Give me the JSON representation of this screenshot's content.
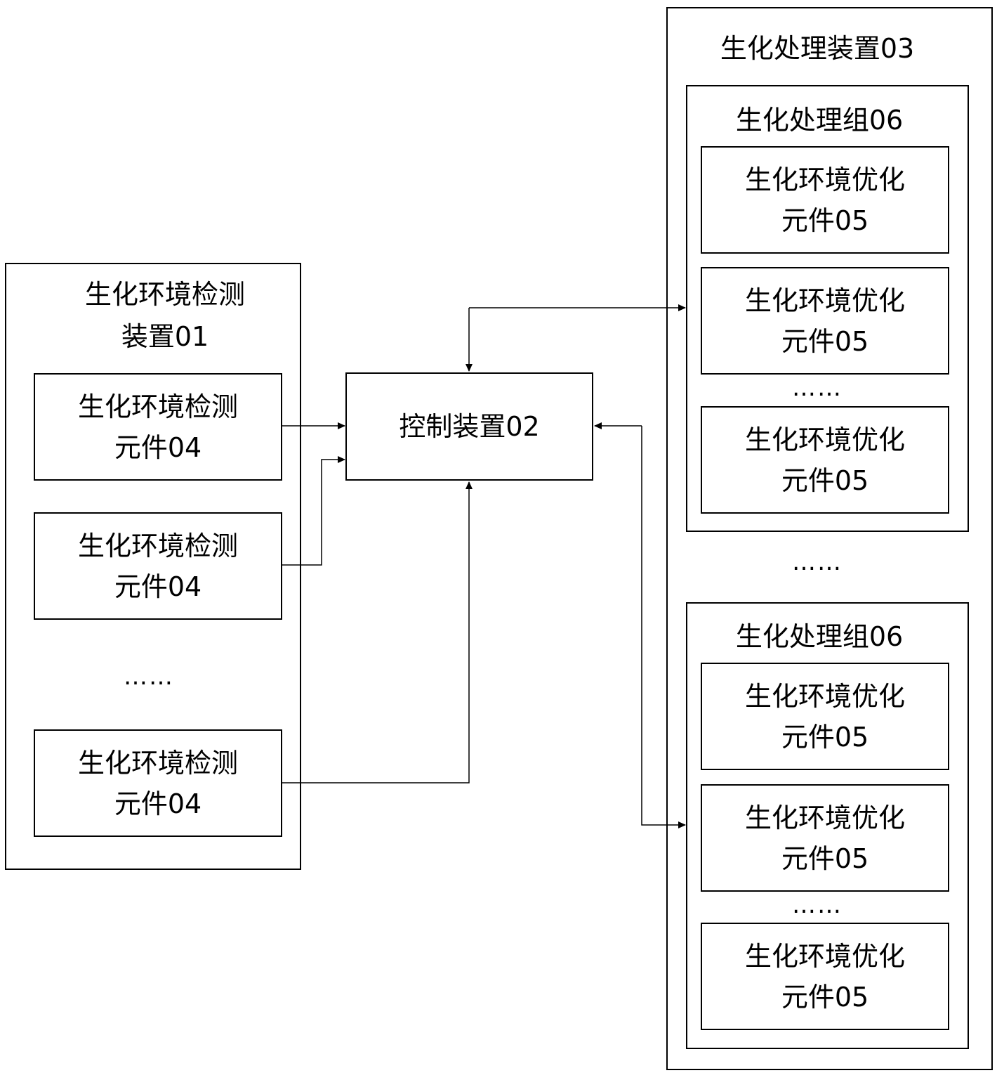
{
  "detection_device": {
    "title_line1": "生化环境检测",
    "title_line2": "装置01",
    "element_line1": "生化环境检测",
    "element_line2": "元件04",
    "ellipsis": "……"
  },
  "control_device": {
    "label": "控制装置02"
  },
  "processing_device": {
    "title": "生化处理装置03",
    "group_title": "生化处理组06",
    "element_line1": "生化环境优化",
    "element_line2": "元件05",
    "ellipsis": "……"
  }
}
